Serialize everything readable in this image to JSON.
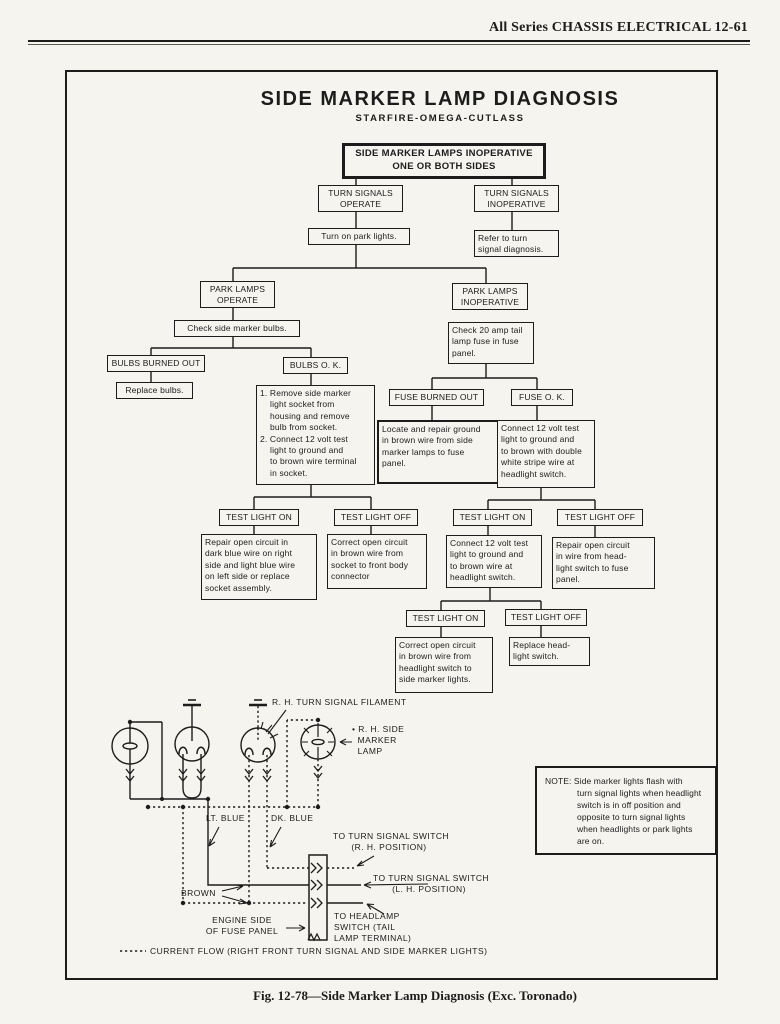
{
  "page": {
    "header": "All Series CHASSIS ELECTRICAL   12-61",
    "caption": "Fig. 12-78—Side Marker Lamp Diagnosis (Exc. Toronado)"
  },
  "diagram": {
    "title": "SIDE MARKER LAMP DIAGNOSIS",
    "subtitle": "STARFIRE-OMEGA-CUTLASS",
    "flow": {
      "root": "SIDE MARKER LAMPS INOPERATIVE\nONE OR BOTH SIDES",
      "turn_operate": "TURN SIGNALS\nOPERATE",
      "turn_inoperative": "TURN SIGNALS\nINOPERATIVE",
      "turn_on_park": "Turn on park lights.",
      "refer_turn": "Refer to turn\nsignal diagnosis.",
      "park_operate": "PARK LAMPS\nOPERATE",
      "park_inoperative": "PARK LAMPS\nINOPERATIVE",
      "check_bulbs": "Check side marker bulbs.",
      "check_fuse": "Check 20 amp tail\nlamp fuse in fuse\npanel.",
      "bulbs_burned": "BULBS BURNED OUT",
      "bulbs_ok": "BULBS O. K.",
      "replace_bulbs": "Replace bulbs.",
      "remove_socket": "1. Remove side marker\n    light socket from\n    housing and remove\n    bulb from socket.\n2. Connect 12 volt test\n    light to ground and\n    to brown wire terminal\n    in socket.",
      "fuse_burned": "FUSE BURNED OUT",
      "fuse_ok": "FUSE O. K.",
      "locate_ground": "Locate and repair ground\nin brown wire from side\nmarker lamps to fuse\npanel.",
      "connect_headlight": "Connect 12 volt test\nlight to ground and\nto brown with double\nwhite stripe wire at\nheadlight switch.",
      "test_on_1": "TEST LIGHT ON",
      "test_off_1": "TEST LIGHT OFF",
      "repair_blue": "Repair open circuit in\ndark blue wire on right\nside and light blue wire\non left side or replace\nsocket assembly.",
      "correct_brown": "Correct open circuit\nin brown wire from\nsocket to front body\nconnector",
      "test_on_2": "TEST LIGHT ON",
      "test_off_2": "TEST LIGHT OFF",
      "connect_brown_hl": "Connect 12 volt test\nlight to ground and\nto brown wire at\nheadlight switch.",
      "repair_head_fuse": "Repair open circuit\nin wire from head-\nlight switch to fuse\npanel.",
      "test_on_3": "TEST LIGHT ON",
      "test_off_3": "TEST LIGHT OFF",
      "correct_head_marker": "Correct open circuit\nin brown wire from\nheadlight switch to\nside marker lights.",
      "replace_head_switch": "Replace head-\nlight switch."
    },
    "wiring": {
      "rh_filament": "R. H. TURN SIGNAL FILAMENT",
      "rh_side_marker": "• R. H. SIDE\n  MARKER\n  LAMP",
      "lt_blue": "LT. BLUE",
      "dk_blue": "DK. BLUE",
      "brown": "BROWN",
      "to_turn_rh": "TO TURN SIGNAL SWITCH\n(R. H. POSITION)",
      "to_turn_lh": "TO TURN SIGNAL SWITCH\n(L. H. POSITION)",
      "to_headlamp": "TO HEADLAMP\nSWITCH (TAIL\nLAMP TERMINAL)",
      "engine_side": "ENGINE SIDE\nOF FUSE PANEL"
    },
    "note": "NOTE: Side marker lights flash with\nturn signal lights when headlight\nswitch is in off position and\nopposite to turn signal lights\nwhen headlights or park lights\nare on.",
    "legend": "CURRENT FLOW (RIGHT FRONT TURN SIGNAL AND SIDE MARKER LIGHTS)"
  }
}
